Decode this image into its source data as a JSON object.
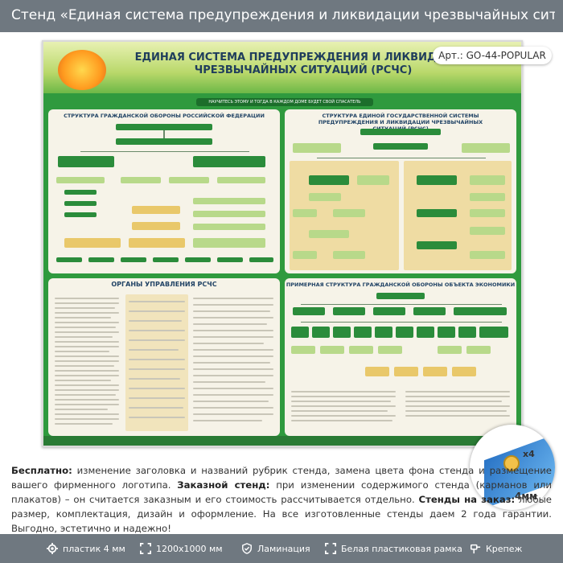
{
  "header": {
    "title": "Стенд «Единая система предупреждения и ликвидации чрезвычайных ситуаций (РС..."
  },
  "badge": {
    "label": "Арт.: GO-44-POPULAR"
  },
  "board": {
    "title_line1": "ЕДИНАЯ СИСТЕМА ПРЕДУПРЕЖДЕНИЯ И ЛИКВИДАЦИИ",
    "title_line2": "ЧРЕЗВЫЧАЙНЫХ СИТУАЦИЙ (РСЧС)",
    "slogan": "НАУЧИТЕСЬ ЭТОМУ И ТОГДА В КАЖДОМ ДОМЕ БУДЕТ СВОЙ СПАСАТЕЛЬ",
    "panel1_title": "СТРУКТУРА ГРАЖДАНСКОЙ ОБОРОНЫ РОССИЙСКОЙ ФЕДЕРАЦИИ",
    "panel2_title": "СТРУКТУРА ЕДИНОЙ ГОСУДАРСТВЕННОЙ СИСТЕМЫ ПРЕДУПРЕЖДЕНИЯ И ЛИКВИДАЦИИ ЧРЕЗВЫЧАЙНЫХ СИТУАЦИЙ (РСЧС)",
    "panel3_title": "ОРГАНЫ УПРАВЛЕНИЯ РСЧС",
    "panel4_title": "ПРИМЕРНАЯ СТРУКТУРА ГРАЖДАНСКОЙ ОБОРОНЫ ОБЪЕКТА ЭКОНОМИКИ"
  },
  "mount": {
    "count": "x4",
    "thickness": "4мм"
  },
  "description": {
    "free_label": "Бесплатно:",
    "free_text": " изменение заголовка и названий рубрик стенда, замена цвета фона стенда и размещение вашего фирменного логотипа. ",
    "custom_label": "Заказной стенд:",
    "custom_text": " при изменении содержимого стенда (карманов или плакатов) – он считается заказным и его стоимость рассчитывается отдельно. ",
    "order_label": "Стенды на заказ:",
    "order_text": " любые размер, комплектация, дизайн и оформление. На все изготовленные стенды даем 2 года гарантии. Выгодно, эстетично и надежно!"
  },
  "features": [
    {
      "icon": "gear-icon",
      "label": "пластик 4 мм"
    },
    {
      "icon": "resize-icon",
      "label": "1200x1000 мм"
    },
    {
      "icon": "shield-icon",
      "label": "Ламинация"
    },
    {
      "icon": "frame-icon",
      "label": "Белая пластиковая рамка"
    },
    {
      "icon": "mount-icon",
      "label": "Крепеж"
    }
  ]
}
